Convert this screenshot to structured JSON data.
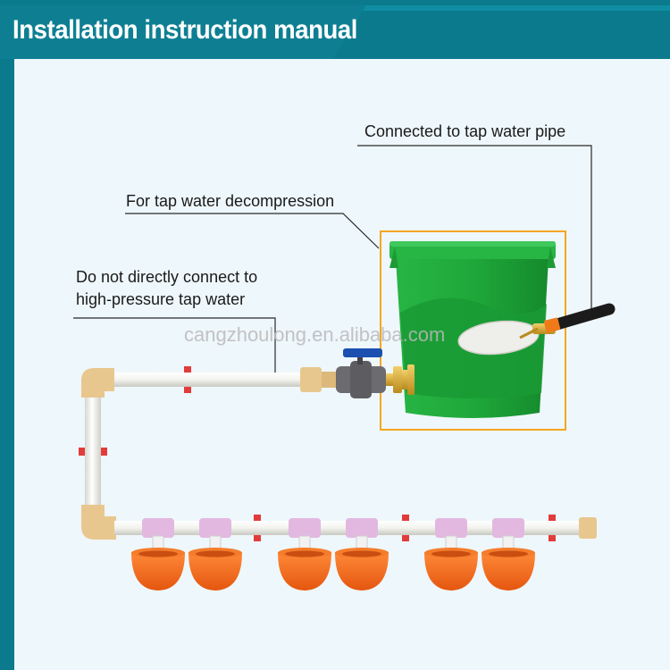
{
  "header": {
    "title": "Installation instruction manual",
    "band_color": "#0b7a8c",
    "title_box_color": "#0e7f93"
  },
  "annotations": {
    "tap_pipe": "Connected to tap water pipe",
    "decompression": "For tap water decompression",
    "warning_line1": "Do not directly connect to",
    "warning_line2": "high-pressure tap water"
  },
  "watermark": "cangzhoulong.en.alibaba.com",
  "colors": {
    "background": "#eef7fb",
    "bucket_green": "#1fa83a",
    "highlight_box": "#f5a623",
    "pipe": "#f4f4f0",
    "fitting": "#e8c78e",
    "cup_orange": "#f06a1c",
    "tee_pink": "#e2b8e0",
    "clip_red": "#e23b3b",
    "valve_gray": "#6b6b70",
    "valve_handle": "#1b4fb0",
    "brass": "#d9a933"
  },
  "drinker_cups": {
    "count": 6
  }
}
